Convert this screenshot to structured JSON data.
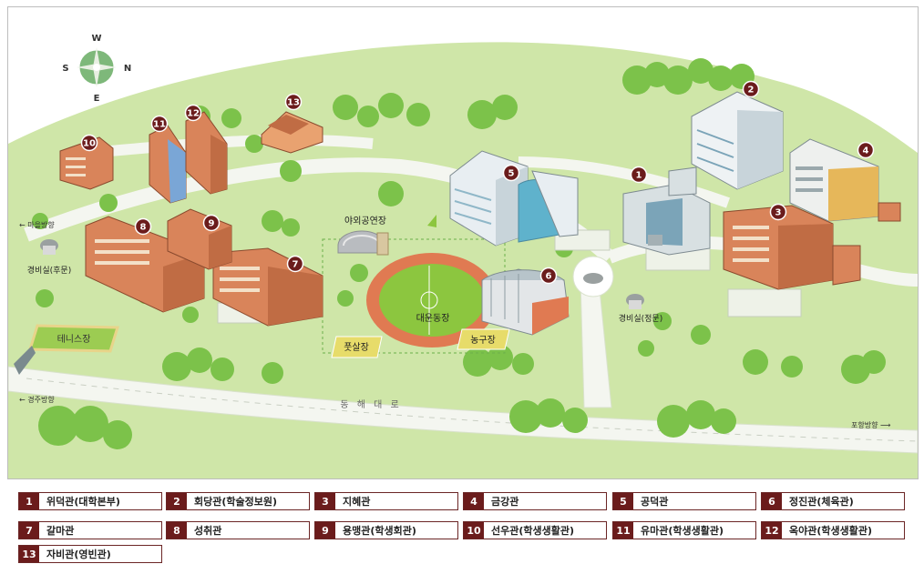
{
  "compass": {
    "n": "N",
    "s": "S",
    "e": "E",
    "w": "W"
  },
  "map_labels": {
    "village_dir": "← 마을방향",
    "gyeongju_dir": "← 경주방향",
    "pohang_dir": "포항방향 ⟶",
    "back_gate": "경비실(후문)",
    "main_gate": "경비실(정문)",
    "amphitheater": "야외공연장",
    "stadium": "대운동장",
    "tennis": "테니스장",
    "futsal": "풋살장",
    "basketball": "농구장",
    "road": "동 해 대 로"
  },
  "markers": [
    {
      "num": "1"
    },
    {
      "num": "2"
    },
    {
      "num": "3"
    },
    {
      "num": "4"
    },
    {
      "num": "5"
    },
    {
      "num": "6"
    },
    {
      "num": "7"
    },
    {
      "num": "8"
    },
    {
      "num": "9"
    },
    {
      "num": "10"
    },
    {
      "num": "11"
    },
    {
      "num": "12"
    },
    {
      "num": "13"
    }
  ],
  "legend": [
    {
      "num": "1",
      "name": "위덕관(대학본부)"
    },
    {
      "num": "2",
      "name": "회당관(학술정보원)"
    },
    {
      "num": "3",
      "name": "지혜관"
    },
    {
      "num": "4",
      "name": "금강관"
    },
    {
      "num": "5",
      "name": "공덕관"
    },
    {
      "num": "6",
      "name": "정진관(체육관)"
    },
    {
      "num": "7",
      "name": "갈마관"
    },
    {
      "num": "8",
      "name": "성취관"
    },
    {
      "num": "9",
      "name": "용맹관(학생회관)"
    },
    {
      "num": "10",
      "name": "선우관(학생생활관)"
    },
    {
      "num": "11",
      "name": "유마관(학생생활관)"
    },
    {
      "num": "12",
      "name": "옥야관(학생생활관)"
    },
    {
      "num": "13",
      "name": "자비관(영빈관)"
    }
  ],
  "colors": {
    "marker": "#6b1c1c",
    "grass": "#cfe6a8",
    "road": "#f4f6f0",
    "field": "#8cc63f",
    "track": "#e07a52"
  }
}
